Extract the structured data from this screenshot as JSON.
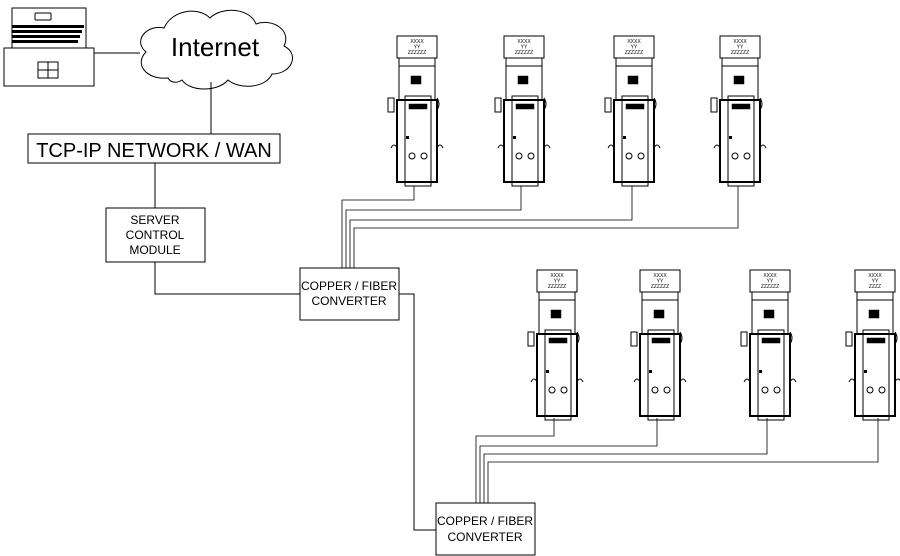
{
  "cloud": {
    "label": "Internet"
  },
  "network": {
    "label": "TCP-IP NETWORK / WAN"
  },
  "server": {
    "lines": [
      "SERVER",
      "CONTROL",
      "MODULE"
    ]
  },
  "converters": [
    {
      "lines": [
        "COPPER / FIBER",
        "CONVERTER"
      ]
    },
    {
      "lines": [
        "COPPER / FIBER",
        "CONVERTER"
      ]
    }
  ],
  "pedestals": [
    {
      "display": [
        "XXXX",
        "YY",
        "ZZZZZZ"
      ]
    },
    {
      "display": [
        "XXXX",
        "YY",
        "ZZZZZZ"
      ]
    },
    {
      "display": [
        "XXXX",
        "YY",
        "ZZZZZZ"
      ]
    },
    {
      "display": [
        "XXXX",
        "YY",
        "ZZZZZZ"
      ]
    },
    {
      "display": [
        "XXXX",
        "YY",
        "ZZZZZZ"
      ]
    },
    {
      "display": [
        "XXXX",
        "YY",
        "ZZZZZZ"
      ]
    },
    {
      "display": [
        "XXXX",
        "YY",
        "ZZZZZZ"
      ]
    },
    {
      "display": [
        "XXXX",
        "YY",
        "ZZZZ"
      ]
    }
  ]
}
